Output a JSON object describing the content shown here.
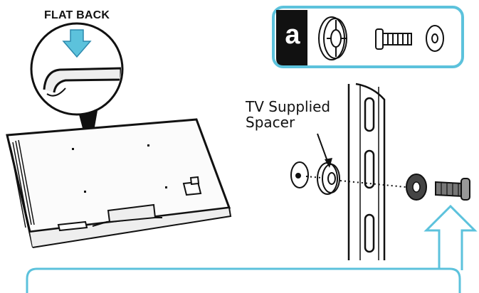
{
  "labels": {
    "flat_back": "FLAT BACK",
    "tv_supplied": "TV Supplied",
    "spacer": "Spacer",
    "part_letter": "a"
  },
  "colors": {
    "accent": "#5cc2dc",
    "ink": "#111111",
    "badge": "#111111"
  }
}
